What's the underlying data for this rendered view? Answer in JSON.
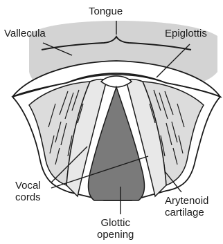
{
  "labels": {
    "tongue": "Tongue",
    "vallecula": "Vallecula",
    "epiglottis": "Epiglottis",
    "vocal_cords": "Vocal\ncords",
    "arytenoid_cartilage": "Arytenoid\ncartilage",
    "glottic_opening": "Glottic\nopening"
  },
  "colors": {
    "tongue_fill": "#d3d3d3",
    "fold_fill": "#dcdcdc",
    "glottis_fill": "#7a7a7a",
    "outline": "#1a1a1a"
  }
}
